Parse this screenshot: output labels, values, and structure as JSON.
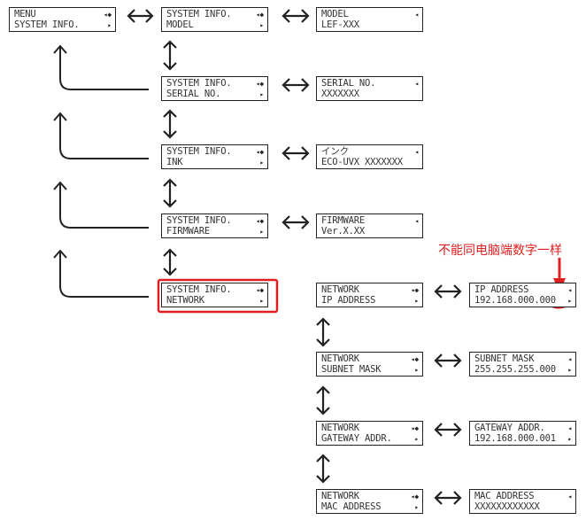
{
  "screens": [
    {
      "id": "menu",
      "line1": "MENU",
      "line2": "SYSTEM INFO.",
      "ind1": "◂◆",
      "ind2": "▸"
    },
    {
      "id": "sysinfo-model",
      "line1": "SYSTEM INFO.",
      "line2": "MODEL",
      "ind1": "◂◆",
      "ind2": "▸"
    },
    {
      "id": "model-value",
      "line1": "MODEL",
      "line2": "LEF-XXX",
      "ind1": "◂",
      "ind2": ""
    },
    {
      "id": "sysinfo-serial",
      "line1": "SYSTEM INFO.",
      "line2": "SERIAL NO.",
      "ind1": "◂◆",
      "ind2": "▸"
    },
    {
      "id": "serial-value",
      "line1": "SERIAL NO.",
      "line2": "XXXXXXX",
      "ind1": "◂",
      "ind2": ""
    },
    {
      "id": "sysinfo-ink",
      "line1": "SYSTEM INFO.",
      "line2": "INK",
      "ind1": "◂◆",
      "ind2": "▸"
    },
    {
      "id": "ink-value",
      "line1": "インク",
      "line2": "ECO-UVX XXXXXXX",
      "ind1": "◂",
      "ind2": ""
    },
    {
      "id": "sysinfo-firmware",
      "line1": "SYSTEM INFO.",
      "line2": "FIRMWARE",
      "ind1": "◂◆",
      "ind2": "▸"
    },
    {
      "id": "firmware-value",
      "line1": "FIRMWARE",
      "line2": "Ver.X.XX",
      "ind1": "◂",
      "ind2": ""
    },
    {
      "id": "sysinfo-network",
      "line1": "SYSTEM INFO.",
      "line2": "NETWORK",
      "ind1": "◂◆",
      "ind2": "▸"
    },
    {
      "id": "network-ip",
      "line1": "NETWORK",
      "line2": "IP ADDRESS",
      "ind1": "◂◆",
      "ind2": "▸"
    },
    {
      "id": "ip-value",
      "line1": "IP ADDRESS",
      "line2": "192.168.000.000",
      "ind1": "◂",
      "ind2": "▸"
    },
    {
      "id": "network-subnet",
      "line1": "NETWORK",
      "line2": "SUBNET MASK",
      "ind1": "◂◆",
      "ind2": "▸"
    },
    {
      "id": "subnet-value",
      "line1": "SUBNET MASK",
      "line2": "255.255.255.000",
      "ind1": "◂",
      "ind2": "▸"
    },
    {
      "id": "network-gateway",
      "line1": "NETWORK",
      "line2": "GATEWAY ADDR.",
      "ind1": "◂◆",
      "ind2": "▸"
    },
    {
      "id": "gateway-value",
      "line1": "GATEWAY ADDR.",
      "line2": "192.168.000.001",
      "ind1": "◂",
      "ind2": "▸"
    },
    {
      "id": "network-mac",
      "line1": "NETWORK",
      "line2": "MAC ADDRESS",
      "ind1": "◂◆",
      "ind2": "▸"
    },
    {
      "id": "mac-value",
      "line1": "MAC ADDRESS",
      "line2": "XXXXXXXXXXXX",
      "ind1": "◂",
      "ind2": ""
    }
  ],
  "annotation": {
    "text": "不能同电脑端数字一样",
    "color": "#e02020"
  },
  "highlight_color": "#e02020",
  "arrow_color": "#222222"
}
